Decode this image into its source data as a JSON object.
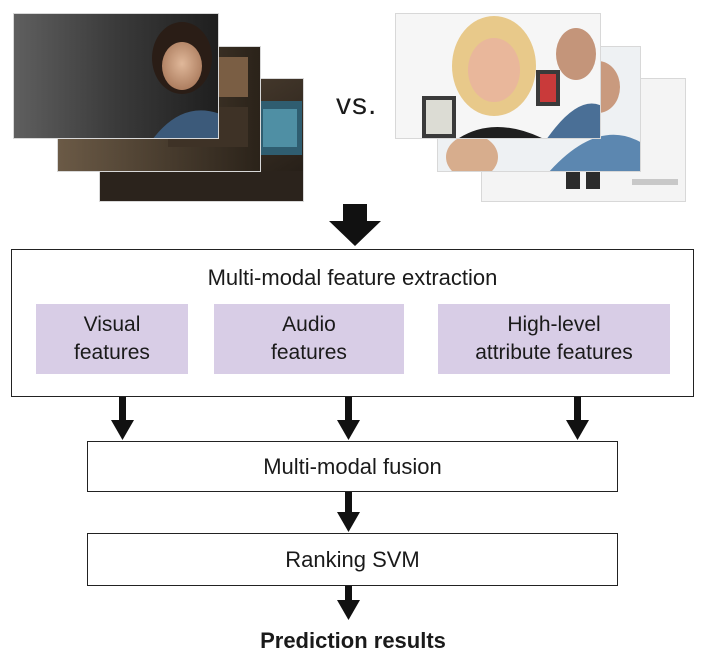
{
  "left_group": {
    "frames": [
      {
        "scene": "child-closeup-frame"
      },
      {
        "scene": "room-interior-frame"
      },
      {
        "scene": "living-room-tv-frame"
      }
    ]
  },
  "vs_label": "vs.",
  "right_group": {
    "frames": [
      {
        "scene": "woman-smiling-ereader-frame"
      },
      {
        "scene": "man-with-tablet-frame"
      },
      {
        "scene": "men-standing-frame"
      }
    ]
  },
  "extraction": {
    "title": "Multi-modal feature extraction",
    "features": [
      {
        "line1": "Visual",
        "line2": "features"
      },
      {
        "line1": "Audio",
        "line2": "features"
      },
      {
        "line1": "High-level",
        "line2": "attribute features"
      }
    ]
  },
  "fusion_label": "Multi-modal fusion",
  "ranking_label": "Ranking SVM",
  "result_label": "Prediction results",
  "colors": {
    "feature_fill": "#d8cde6",
    "arrow": "#111111",
    "border": "#222222"
  }
}
